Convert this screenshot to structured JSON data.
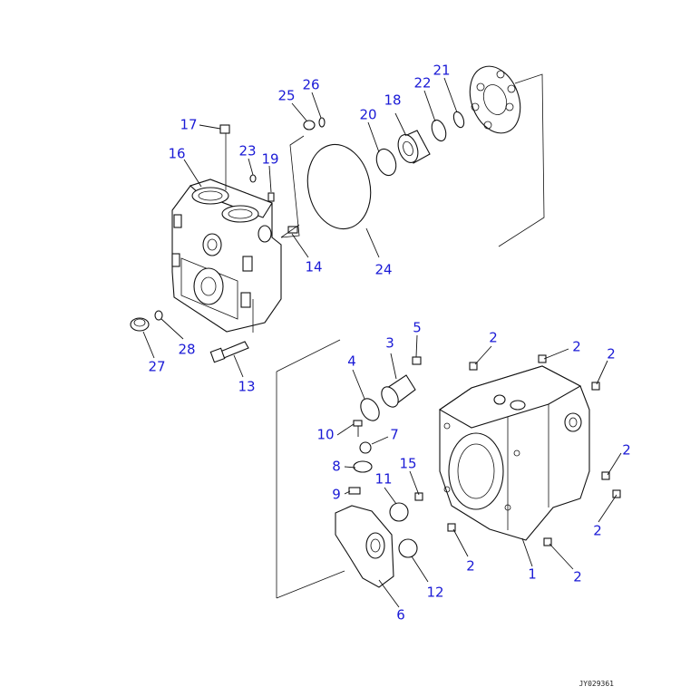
{
  "drawing_code": "JY029361",
  "callouts": [
    {
      "id": "c1",
      "label": "1"
    },
    {
      "id": "c2a",
      "label": "2"
    },
    {
      "id": "c2b",
      "label": "2"
    },
    {
      "id": "c2c",
      "label": "2"
    },
    {
      "id": "c2d",
      "label": "2"
    },
    {
      "id": "c2e",
      "label": "2"
    },
    {
      "id": "c2f",
      "label": "2"
    },
    {
      "id": "c2g",
      "label": "2"
    },
    {
      "id": "c3",
      "label": "3"
    },
    {
      "id": "c4",
      "label": "4"
    },
    {
      "id": "c5",
      "label": "5"
    },
    {
      "id": "c6",
      "label": "6"
    },
    {
      "id": "c7",
      "label": "7"
    },
    {
      "id": "c8",
      "label": "8"
    },
    {
      "id": "c9",
      "label": "9"
    },
    {
      "id": "c10",
      "label": "10"
    },
    {
      "id": "c11",
      "label": "11"
    },
    {
      "id": "c12",
      "label": "12"
    },
    {
      "id": "c13",
      "label": "13"
    },
    {
      "id": "c14",
      "label": "14"
    },
    {
      "id": "c15",
      "label": "15"
    },
    {
      "id": "c16",
      "label": "16"
    },
    {
      "id": "c17",
      "label": "17"
    },
    {
      "id": "c18",
      "label": "18"
    },
    {
      "id": "c19",
      "label": "19"
    },
    {
      "id": "c20",
      "label": "20"
    },
    {
      "id": "c21",
      "label": "21"
    },
    {
      "id": "c22",
      "label": "22"
    },
    {
      "id": "c23",
      "label": "23"
    },
    {
      "id": "c24",
      "label": "24"
    },
    {
      "id": "c25",
      "label": "25"
    },
    {
      "id": "c26",
      "label": "26"
    },
    {
      "id": "c27",
      "label": "27"
    },
    {
      "id": "c28",
      "label": "28"
    }
  ],
  "colors": {
    "callout": "#1a1ad6",
    "line": "#111111"
  }
}
